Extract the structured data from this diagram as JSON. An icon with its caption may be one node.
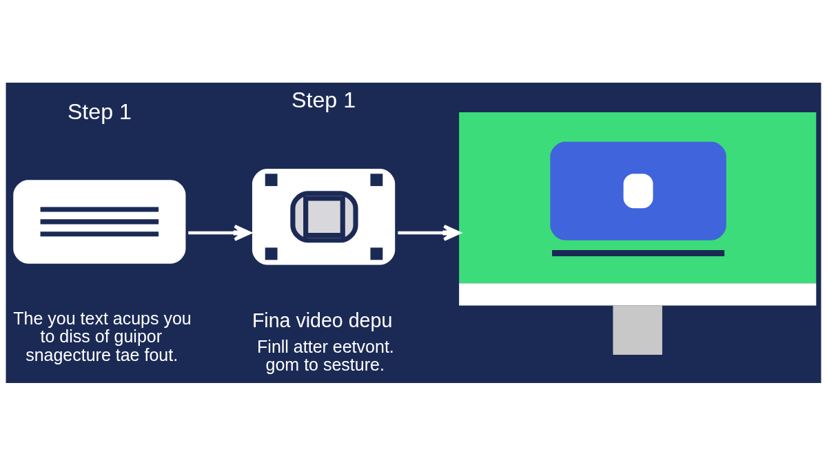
{
  "diagram": {
    "nodes": [
      {
        "text": [
          "Step 1",
          "The you text acups you to diss of guipor snagecture tae fout."
        ]
      },
      {
        "text": [
          "Step 1",
          "Fina video depu",
          "Finll atter eetvont. gom to sesture."
        ]
      },
      {
        "text": [],
        "shape": "picture"
      }
    ],
    "edges": [
      {
        "from": 0,
        "to": 1,
        "arrow": "to"
      },
      {
        "from": 1,
        "to": 2,
        "arrow": "to"
      }
    ]
  }
}
